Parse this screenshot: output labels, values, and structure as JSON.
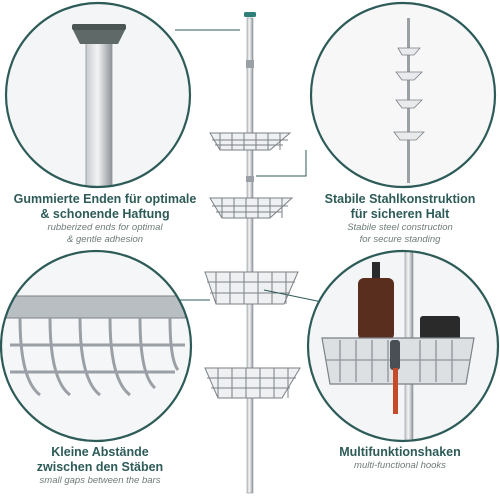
{
  "features": {
    "top_left": {
      "title_line1": "Gummierte Enden für optimale",
      "title_line2": "& schonende Haftung",
      "sub_line1": "rubberized ends for optimal",
      "sub_line2": "& gentle adhesion"
    },
    "top_right": {
      "title_line1": "Stabile Stahlkonstruktion",
      "title_line2": "für sicheren Halt",
      "sub_line1": "Stabile steel construction",
      "sub_line2": "for secure standing"
    },
    "bottom_left": {
      "title_line1": "Kleine Abstände",
      "title_line2": "zwischen den Stäben",
      "sub_line1": "small gaps between the bars"
    },
    "bottom_right": {
      "title_line1": "Multifunktionshaken",
      "sub_line1": "multi-functional hooks"
    }
  },
  "colors": {
    "accent": "#2d5b58",
    "metal": "#a7acb1",
    "metal_dark": "#6e747a",
    "circle_border": "#2d5b58",
    "bottle": "#5a2e1e"
  }
}
